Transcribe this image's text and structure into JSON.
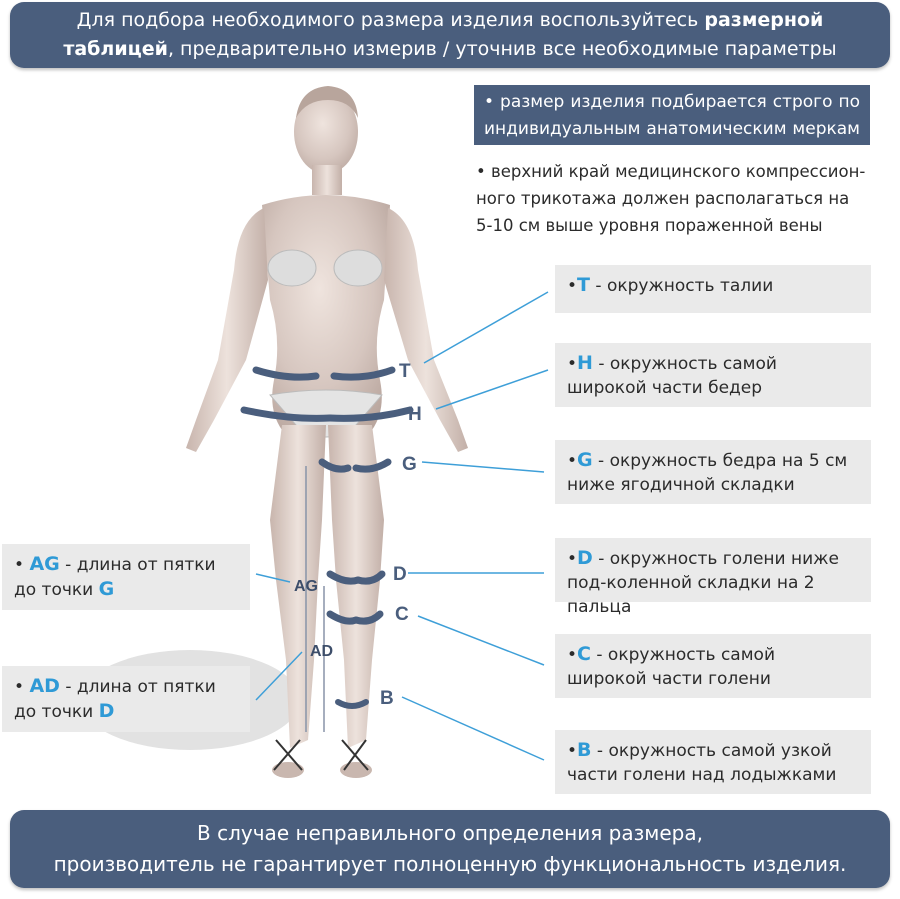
{
  "header": {
    "line1_pre": "Для подбора необходимого размера изделия воспользуйтесь ",
    "line1_bold": "размерной",
    "line2_bold": "таблицей",
    "line2_post": ", предварительно измерив / уточнив все необходимые параметры"
  },
  "notes": {
    "dark": "• размер изделия подбирается строго по индивидуальным анатомическим меркам",
    "plain": "• верхний край медицинского компрессион-ного трикотажа должен располагаться на 5-10 см выше уровня пораженной вены"
  },
  "right_labels": [
    {
      "code": "T",
      "text": " - окружность талии"
    },
    {
      "code": "H",
      "text": " - окружность самой широкой части бедер"
    },
    {
      "code": "G",
      "text": " - окружность бедра на 5 см ниже ягодичной складки"
    },
    {
      "code": "D",
      "text": " - окружность голени ниже под-коленной складки на 2 пальца"
    },
    {
      "code": "C",
      "text": " - окружность самой широкой части голени"
    },
    {
      "code": "B",
      "text": " - окружность самой узкой части голени над лодыжками"
    }
  ],
  "left_labels": [
    {
      "code": "AG",
      "text": " - длина от пятки до точки ",
      "code2": "G"
    },
    {
      "code": "AD",
      "text": " - длина от пятки до точки ",
      "code2": "D"
    }
  ],
  "figure_marks": {
    "T": "T",
    "H": "H",
    "G": "G",
    "D": "D",
    "C": "C",
    "B": "B",
    "AG": "AG",
    "AD": "AD"
  },
  "footer": {
    "line1": "В случае неправильного определения размера,",
    "line2": "производитель не гарантирует полноценную функциональность изделия."
  },
  "colors": {
    "banner": "#4a5e7d",
    "accent": "#2f9ad6",
    "label_bg": "#eaeaea"
  }
}
